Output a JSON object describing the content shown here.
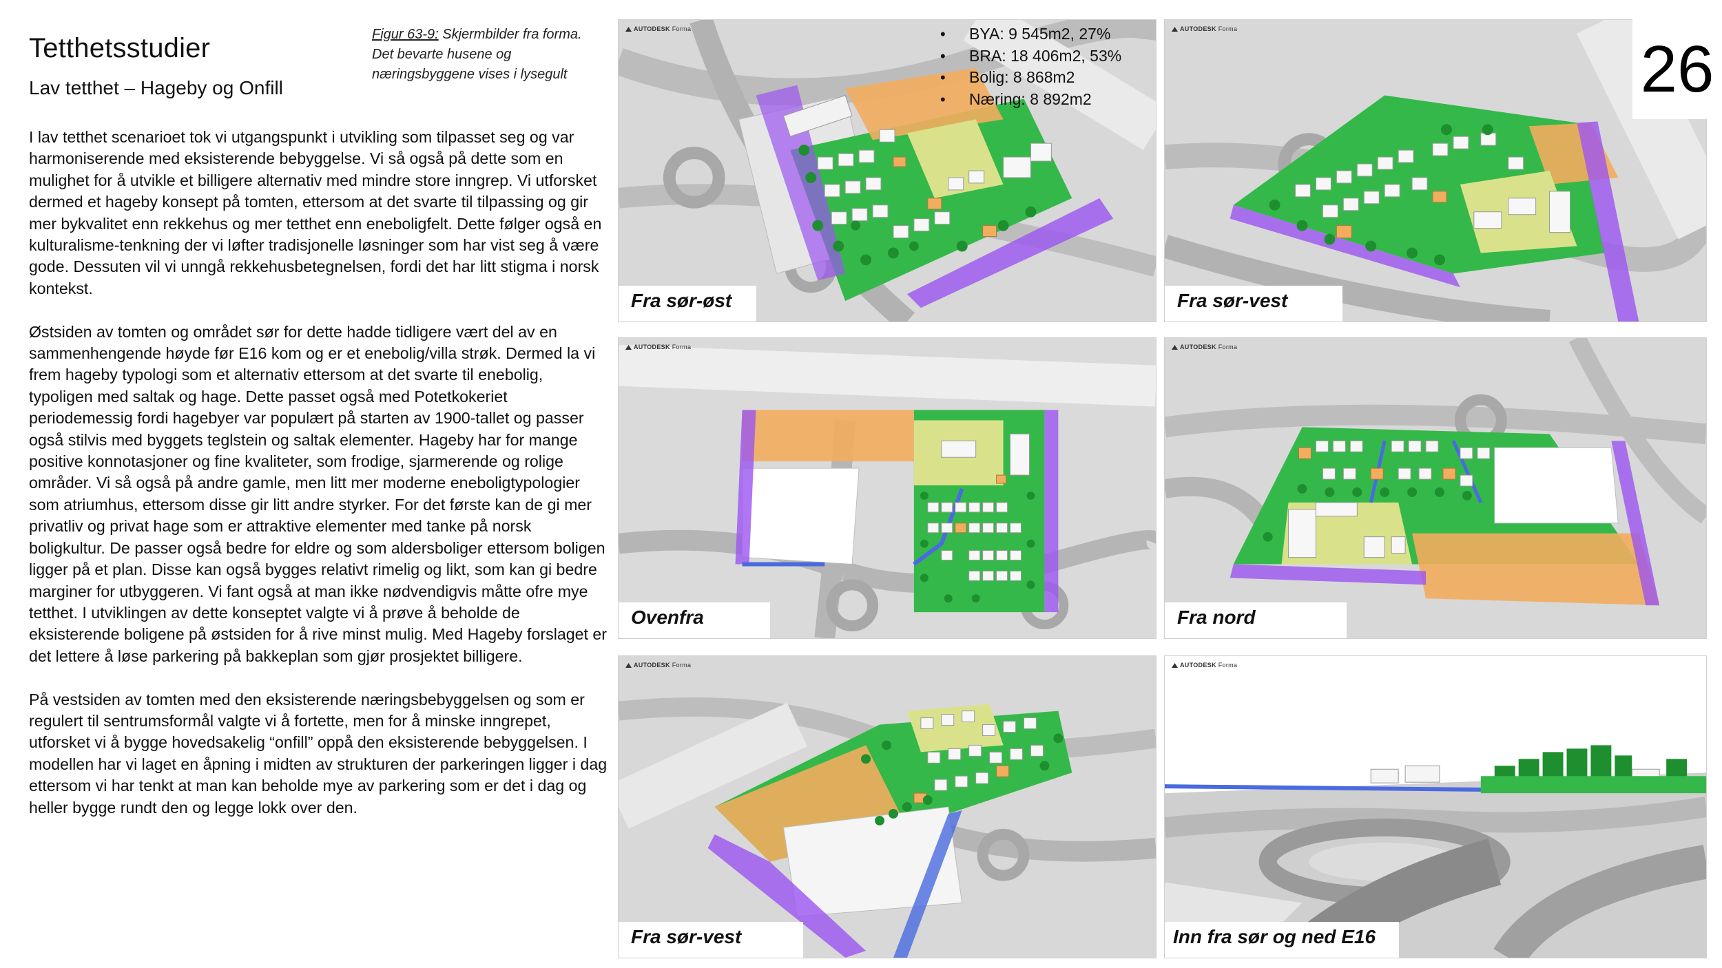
{
  "header": {
    "title": "Tetthetsstudier",
    "subtitle": "Lav tetthet – Hageby og Onfill",
    "page_number": "26"
  },
  "caption": {
    "figure_ref": "Figur 63-9:",
    "text": " Skjermbilder fra forma. Det bevarte husene og næringsbyggene vises i lysegult"
  },
  "stats": [
    "BYA: 9 545m2, 27%",
    "BRA: 18 406m2, 53%",
    "Bolig: 8 868m2",
    "Næring: 8 892m2"
  ],
  "body": {
    "paragraphs": [
      "I lav tetthet scenarioet tok vi utgangspunkt i utvikling som tilpasset seg og var harmoniserende med eksisterende bebyggelse. Vi så også på dette som en mulighet for å utvikle et billigere alternativ med mindre store inngrep. Vi utforsket dermed et hageby konsept på tomten, ettersom at det svarte til tilpassing og gir mer bykvalitet enn rekkehus og mer tetthet enn eneboligfelt. Dette følger også en kulturalisme-tenkning der vi løfter tradisjonelle løsninger som har vist seg å være gode. Dessuten vil vi unngå rekkehusbetegnelsen, fordi det har litt stigma i norsk kontekst.",
      "Østsiden av tomten og området sør for dette hadde tidligere vært del av en sammenhengende høyde før E16 kom og er et enebolig/villa strøk. Dermed la vi frem hageby typologi som et alternativ ettersom at det svarte til enebolig, typoligen med saltak og hage. Dette passet også med Potetkokeriet periodemessig fordi hagebyer var populært på starten av 1900-tallet og passer også stilvis med byggets teglstein og saltak elementer. Hageby har for mange positive konnotasjoner og fine kvaliteter, som frodige, sjarmerende og rolige områder. Vi så også på andre gamle, men litt mer moderne eneboligtypologier som atriumhus, ettersom disse gir litt andre styrker. For det første kan de gi mer privatliv og privat hage som er attraktive elementer med tanke på norsk boligkultur. De passer også bedre for eldre og som aldersboliger ettersom boligen ligger på et plan. Disse kan også bygges relativt rimelig og likt, som kan gi bedre marginer for utbyggeren. Vi fant også at man ikke nødvendigvis måtte ofre mye tetthet. I utviklingen av dette konseptet valgte vi å prøve å beholde de eksisterende boligene på østsiden for å rive minst mulig. Med Hageby forslaget er det lettere å løse parkering på bakkeplan som gjør prosjektet billigere.",
      "På vestsiden av tomten med den eksisterende næringsbebyggelsen og som er regulert til sentrumsformål valgte vi å fortette, men for å minske inngrepet, utforsket vi å bygge hovedsakelig “onfill” oppå den eksisterende bebyggelsen. I modellen har vi laget en åpning i midten av strukturen der parkeringen ligger i dag ettersom vi har tenkt at man kan beholde mye av parkering som er det i dag og heller bygge rundt den og legge lokk over den."
    ]
  },
  "brand": {
    "name": "AUTODESK",
    "product": "Forma"
  },
  "panels": [
    {
      "id": "sor-ost",
      "label": "Fra sør-øst"
    },
    {
      "id": "sor-vest-1",
      "label": "Fra sør-vest"
    },
    {
      "id": "ovenfra",
      "label": "Ovenfra"
    },
    {
      "id": "nord",
      "label": "Fra nord"
    },
    {
      "id": "sor-vest-2",
      "label": "Fra sør-vest"
    },
    {
      "id": "e16",
      "label": "Inn fra sør og ned E16"
    }
  ],
  "colors": {
    "terrain": "#d9d9d9",
    "road": "#a6a6a6",
    "site_green": "#35b84a",
    "trees": "#1e8f2e",
    "commercial_orange": "#f2ad5e",
    "yellow_green": "#d9e28a",
    "edge_purple": "#9b55f0",
    "path_blue": "#4a6ae0",
    "buildings": "#f7f7f7"
  }
}
